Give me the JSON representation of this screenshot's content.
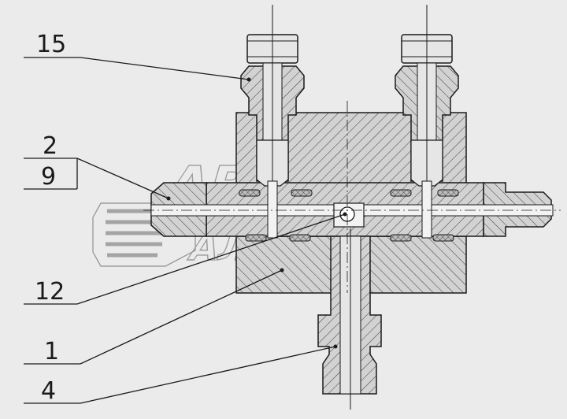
{
  "callouts": [
    {
      "label": "15"
    },
    {
      "label": "2"
    },
    {
      "label": "9"
    },
    {
      "label": "12"
    },
    {
      "label": "1"
    },
    {
      "label": "4"
    }
  ],
  "watermark": {
    "line1": "АВТО",
    "line2": "АЛЬЯНС"
  },
  "colors": {
    "background": "#ebebeb",
    "section_fill": "#d2d2d2",
    "outline": "#1a1a1a",
    "seal": "#555555",
    "watermark": "#9c9c9c"
  }
}
